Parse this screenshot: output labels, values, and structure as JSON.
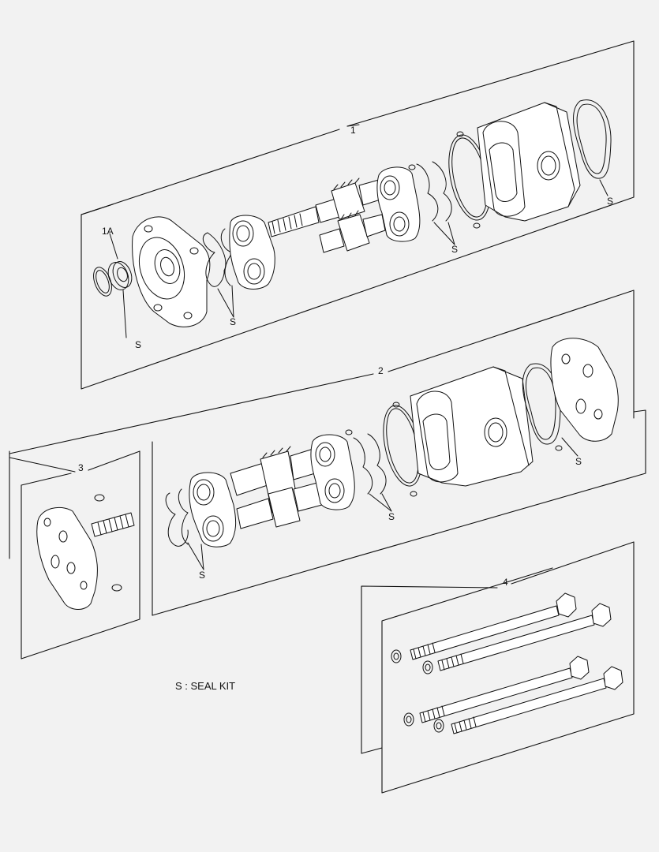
{
  "callouts": {
    "group_1": "1",
    "part_1A": "1A",
    "group_2": "2",
    "group_3": "3",
    "group_4": "4",
    "seal": "S"
  },
  "legend": {
    "seal_kit": "S : SEAL KIT"
  }
}
